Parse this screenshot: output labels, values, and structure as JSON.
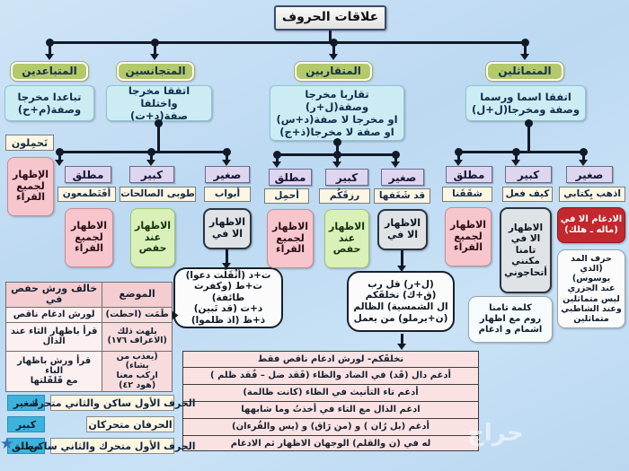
{
  "diagram": {
    "title": "علاقات الحروف",
    "watermark": "حراج"
  },
  "categories": [
    {
      "key": "mutabaideen",
      "label": "المتباعدين",
      "definition": "تباعدا مخرجا\nوصفة(م+ح)",
      "degrees": [
        {
          "label": "مطلق",
          "example": "أفَتَطمعون",
          "ruling": "الاظهار\nلجميع\nالقراء",
          "ruling_style": "pink"
        }
      ],
      "extra_example": "تَحمِلون",
      "extra_ruling": "الإظهار\nلجميع\nالقراء"
    },
    {
      "key": "mutajaniseen",
      "label": "المتجانسين",
      "definition": "اتفقا مخرجا واختلفا\nصفة(د+ت)",
      "degrees": [
        {
          "label": "كبير",
          "example": "طوبى الصالحات",
          "ruling": "الاظهار\nعند\nحفص",
          "ruling_style": "green"
        },
        {
          "label": "صغير",
          "example": "أبواب",
          "ruling": "الاظهار\nالا في",
          "ruling_style": "dark"
        }
      ],
      "callout": [
        "ت+د (أثْقَلَت دعوا)",
        "ت+ط (وكفرت طائفة)",
        "د+ت (قد تَبين)",
        "ذ+ظ (اذ ظلموا)"
      ]
    },
    {
      "key": "mutaqaribeen",
      "label": "المتقاربين",
      "definition": "تقاربا مخرجا وصفة(ل+ر)\nاو مخرجا لا صفة(د+س)\nاو صفة لا مخرجا(ذ+ج)",
      "degrees": [
        {
          "label": "مطلق",
          "example": "أحمِل",
          "ruling": "الاظهار\nلجميع\nالقراء",
          "ruling_style": "pink"
        },
        {
          "label": "كبير",
          "example": "رزقَكُم",
          "ruling": "الاظهار\nعند\nحفص",
          "ruling_style": "green"
        },
        {
          "label": "صغير",
          "example": "قد شَغَفها",
          "ruling": "الاظهار\nالا في",
          "ruling_style": "dark"
        }
      ],
      "callout": [
        "(ل+ر) قل رب",
        "(ق+ك) نخلقَكم",
        "ال الشمسية) الظالم",
        "(ن+يرملو) من يعمل"
      ]
    },
    {
      "key": "mutamathileen",
      "label": "المتماثلين",
      "definition": "اتفقا اسما ورسما\nوصفة ومخرجا(ل+ل)",
      "degrees": [
        {
          "label": "مطلق",
          "example": "شقَقَنا",
          "ruling": "الاظهار\nلجميع\nالقراء",
          "ruling_style": "pink"
        },
        {
          "label": "كبير",
          "example": "كيف فعل",
          "ruling": "الاظهار\nالا في\nتامنا\nمكنني\nأتحاجوني",
          "ruling_style": "dark"
        },
        {
          "label": "صغير",
          "example": "اذهب بِكتابي",
          "ruling": "الادغام الا في",
          "ruling_note": "(ماله ـ هلك)",
          "ruling_style": "red"
        }
      ],
      "note_small": [
        "حرف المد",
        "(الذي يوسوس)",
        "عند الجزري",
        "ليس متماثلين",
        "وعند الشاطبي",
        "متماثلين"
      ],
      "note_big": [
        "كلمة تامنا",
        "روم مع اظهار",
        "اشمام و ادغام"
      ]
    }
  ],
  "warsh_table": {
    "headers": [
      "الموضع",
      "خالف ورش حفص في"
    ],
    "rows": [
      {
        "place": "طَمَت (احطت)",
        "place_hl": "حط",
        "note": "لورش ادغام ناقص"
      },
      {
        "place": "يلهث ذلك\n(الاعراف ١٧٦)",
        "note": "قرأ باظهار الثاء عند الذال"
      },
      {
        "place": "(يعذب من يشاء)\nاركب معنا\n(هود ٤٢)",
        "note": "قرأ ورش باظهار الباء\nمع قَلقَلتها"
      }
    ]
  },
  "rules_list": [
    "نخلقَكم- لورش ادغام ناقص فقط",
    "أدغم دال (قَد) في الضاد والظاء (فَقد ضل – فُقد ظلم )",
    "أدغم تاء التأنيث في الظاء (كانت ظالمة)",
    "ادغم الذال مع التاء في أخذتُ وما شابهها",
    "أدغم (بل رُان ) و (من رَاق) و (يس والقُرءان)",
    "له في (ن والقلم) الوجهان الاظهار ثم الادغام"
  ],
  "legend": [
    {
      "chip": "صغير",
      "text": "الحرف الأول ساكن والثاني متحرك"
    },
    {
      "chip": "كبير",
      "text": "الحرفان متحركان"
    },
    {
      "chip": "مطلق",
      "text": "الحرف الأول متحرك والثاني ساكن"
    }
  ],
  "colors": {
    "category": "#b3c96a",
    "definition": "#ccecf4",
    "degree": "#ded6ee",
    "example": "#fdf6e3",
    "ruling_all": "#f7c6cd",
    "ruling_hafs": "#d9f0b8",
    "ruling_except": "#dfe3e6",
    "idgham": "#c2282c",
    "legend_chip": "#3bb3dd",
    "highlight": "#c21f27"
  }
}
